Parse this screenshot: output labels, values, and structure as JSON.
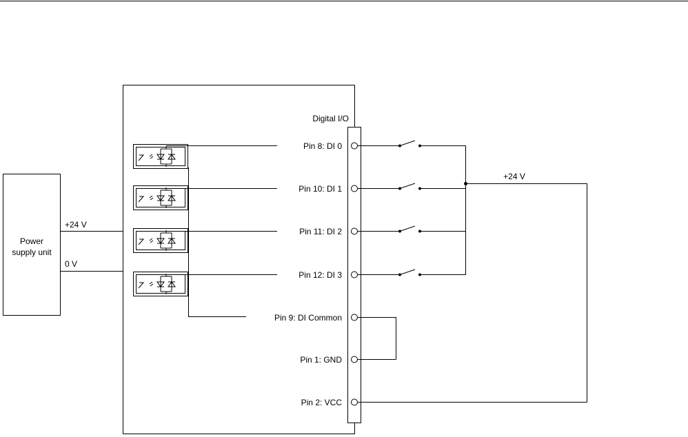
{
  "diagram": {
    "module_label": "Digital I/O",
    "power_supply": {
      "line1": "Power",
      "line2": "supply unit",
      "plus_label": "+24 V",
      "zero_label": "0 V"
    },
    "external_supply_label": "+24 V",
    "pins": [
      {
        "label": "Pin 8: DI 0"
      },
      {
        "label": "Pin 10: DI 1"
      },
      {
        "label": "Pin 11: DI 2"
      },
      {
        "label": "Pin 12: DI 3"
      },
      {
        "label": "Pin 9: DI Common"
      },
      {
        "label": "Pin 1: GND"
      },
      {
        "label": "Pin 2: VCC"
      }
    ],
    "optocoupler_count": 4,
    "switch_count": 4
  }
}
